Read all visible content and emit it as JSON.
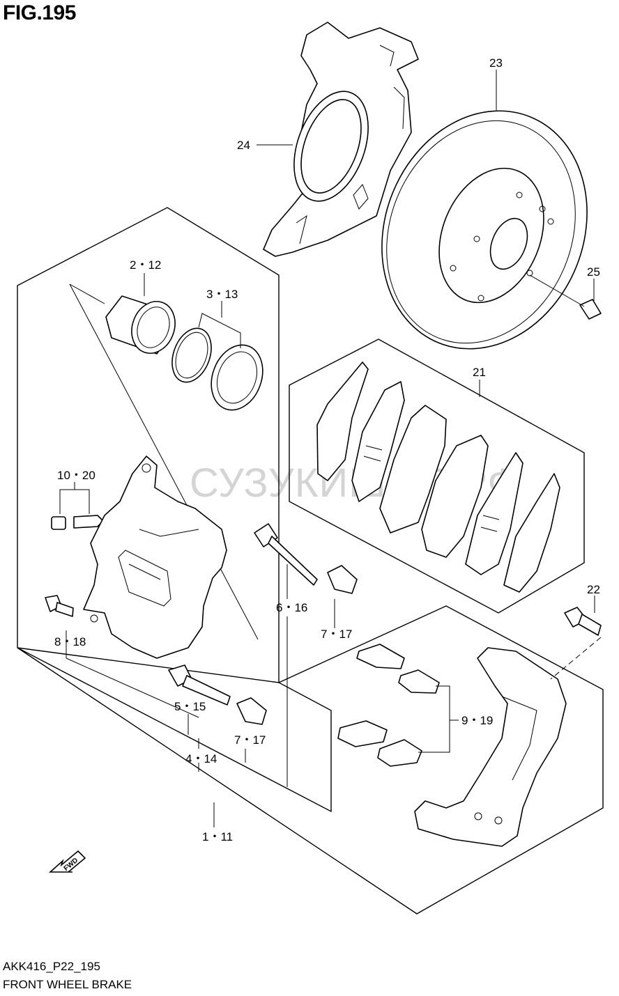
{
  "figure": {
    "title": "FIG.195",
    "code": "AKK416_P22_195",
    "caption": "FRONT WHEEL BRAKE",
    "watermark": "СУЗУКИШОП.РФ",
    "fwd_label": "FWD"
  },
  "callouts": {
    "c_2_12": "2・12",
    "c_3_13": "3・13",
    "c_10_20": "10・20",
    "c_8_18": "8・18",
    "c_5_15": "5・15",
    "c_4_14": "4・14",
    "c_7_17_a": "7・17",
    "c_6_16": "6・16",
    "c_7_17_b": "7・17",
    "c_1_11": "1・11",
    "c_9_19": "9・19",
    "c_21": "21",
    "c_22": "22",
    "c_23": "23",
    "c_24": "24",
    "c_25": "25"
  }
}
